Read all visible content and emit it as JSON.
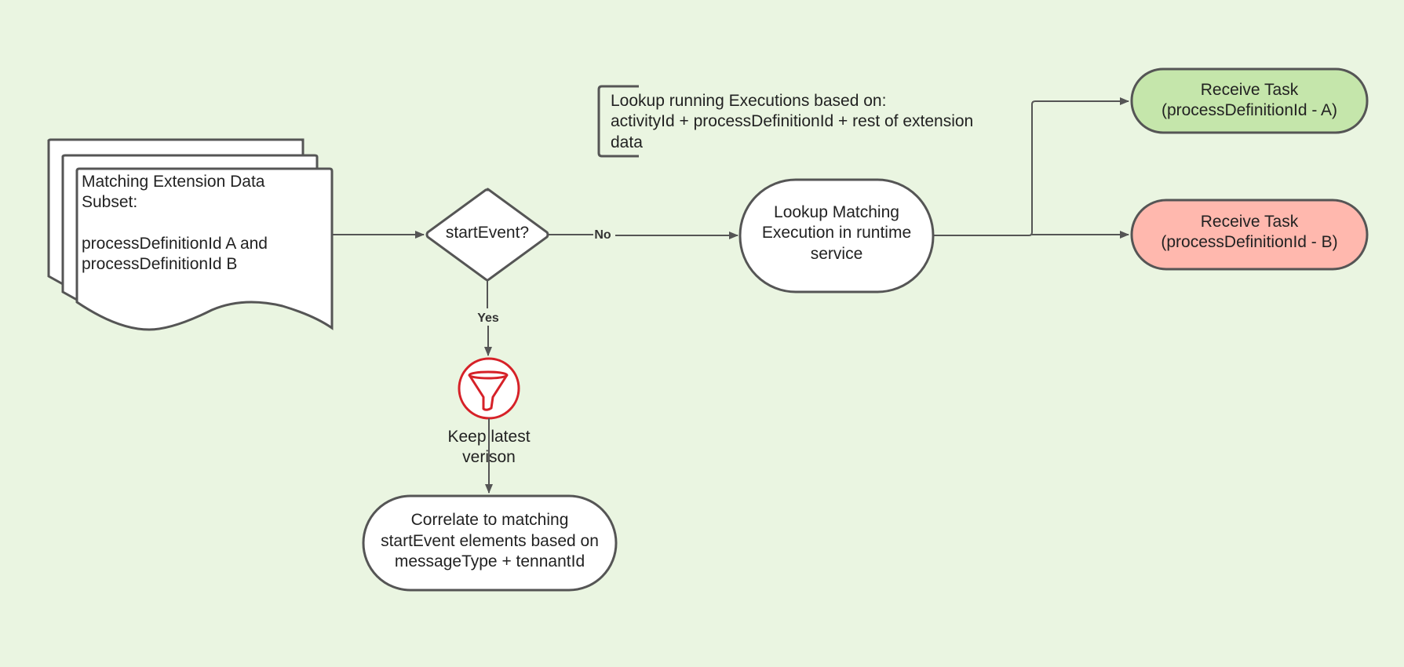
{
  "diagram": {
    "colors": {
      "background": "#eaf5e1",
      "stroke": "#555555",
      "receive_a_fill": "#c5e6ab",
      "receive_b_fill": "#ffb8ae",
      "filter_icon": "#d62128"
    },
    "nodes": {
      "document": {
        "line1": "Matching Extension Data",
        "line2": "Subset:",
        "line3": "processDefinitionId A and",
        "line4": "processDefinitionId B"
      },
      "decision": {
        "label": "startEvent?"
      },
      "annotation": {
        "line1": "Lookup running Executions based on:",
        "line2": "activityId + processDefinitionId + rest of extension",
        "line3": "data"
      },
      "lookup": {
        "line1": "Lookup Matching",
        "line2": "Execution in runtime",
        "line3": "service"
      },
      "receive_a": {
        "line1": "Receive Task",
        "line2": "(processDefinitionId - A)"
      },
      "receive_b": {
        "line1": "Receive Task",
        "line2": "(processDefinitionId - B)"
      },
      "filter": {
        "icon": "funnel-icon",
        "line1": "Keep latest",
        "line2": "verison"
      },
      "correlate": {
        "line1": "Correlate to matching",
        "line2": "startEvent elements based on",
        "line3": "messageType + tennantId"
      }
    },
    "edges": {
      "no_label": "No",
      "yes_label": "Yes"
    }
  }
}
